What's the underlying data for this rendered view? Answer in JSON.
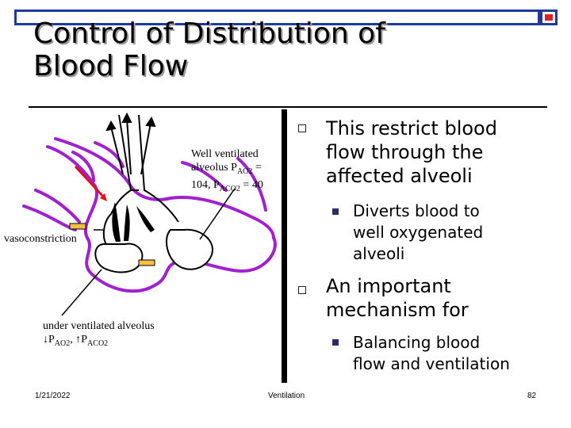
{
  "slide": {
    "title_line1": "Control of Distribution of",
    "title_line2": "Blood Flow"
  },
  "diagram": {
    "label_well_line1": "Well ventilated",
    "label_well_line2": "alveolus P",
    "label_well_sub1": "AO2",
    "label_well_eq1": " =",
    "label_well_line3": "104, P",
    "label_well_sub2": "ACO2",
    "label_well_eq2": " = 40",
    "label_vaso": "vasoconstriction",
    "label_under": "under ventilated alveolus",
    "label_under_down_arrow": "↓",
    "label_under_p1": "P",
    "label_under_sub1": "AO2",
    "label_under_comma": ", ",
    "label_under_up_arrow": "↑",
    "label_under_p2": "P",
    "label_under_sub2": "ACO2",
    "colors": {
      "vessel": "#a020d0",
      "red_arrow": "#e01020",
      "marker": "#f4c040"
    }
  },
  "bullets": [
    {
      "text_lines": [
        "This restrict blood",
        "flow through the",
        "affected alveoli"
      ]
    },
    {
      "text_lines": [
        "Diverts blood to",
        "well oxygenated",
        "alveoli"
      ]
    },
    {
      "text_lines": [
        "An important",
        "mechanism for"
      ]
    },
    {
      "text_lines": [
        "Balancing blood",
        "flow and ventilation"
      ]
    }
  ],
  "footer": {
    "date": "1/21/2022",
    "center": "Ventilation",
    "page": "82"
  }
}
